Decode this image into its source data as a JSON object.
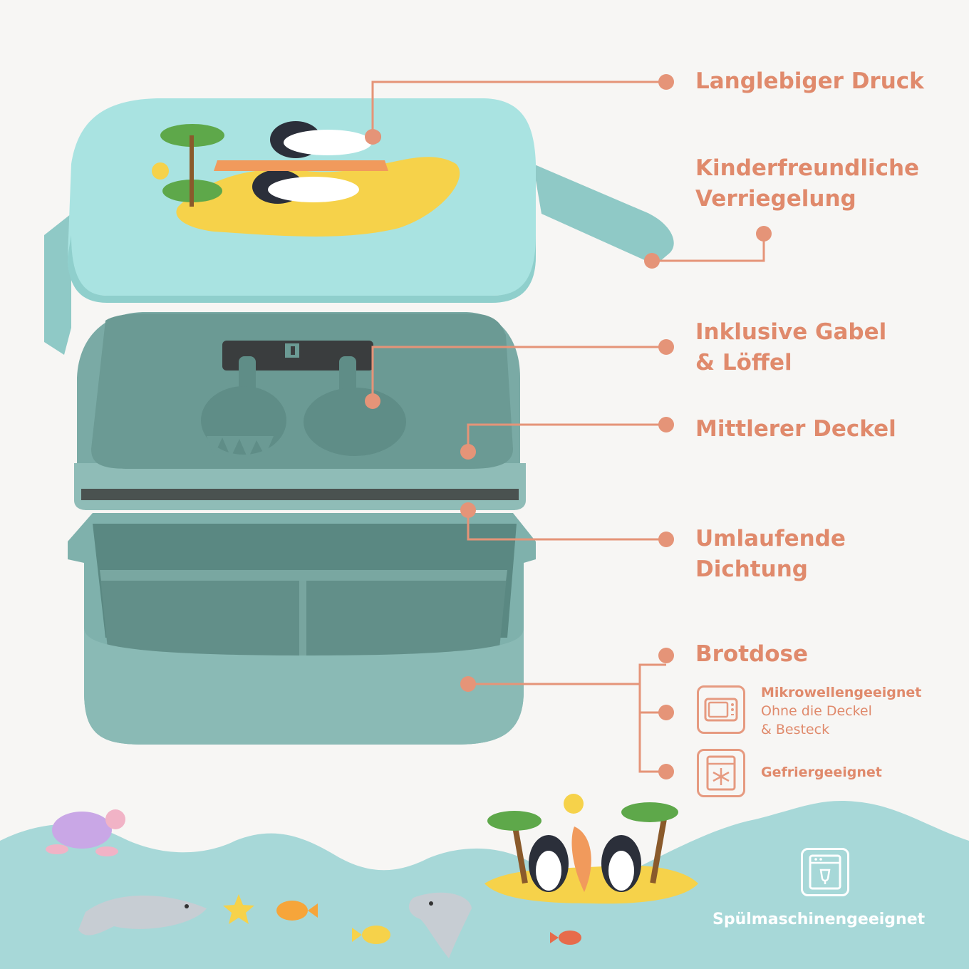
{
  "colors": {
    "accent": "#e08a6c",
    "box_teal": "#7fb1ac",
    "lid_mint": "#a9e3e1",
    "background": "#f7f6f4",
    "wave": "#a7d8d8"
  },
  "labels": {
    "print": "Langlebiger Druck",
    "lock_line1": "Kinderfreundliche",
    "lock_line2": "Verriegelung",
    "cutlery_line1": "Inklusive Gabel",
    "cutlery_line2": "& Löffel",
    "middle_lid": "Mittlerer Deckel",
    "seal_line1": "Umlaufende",
    "seal_line2": "Dichtung",
    "lunchbox": "Brotdose"
  },
  "features": {
    "microwave_title": "Mikrowellengeeignet",
    "microwave_note1": "Ohne die Deckel",
    "microwave_note2": "& Besteck",
    "freezer": "Gefriergeeignet",
    "dishwasher": "Spülmaschinengeeignet"
  },
  "icons": {
    "microwave": "microwave-icon",
    "freezer": "freezer-icon",
    "dishwasher": "dishwasher-icon"
  }
}
